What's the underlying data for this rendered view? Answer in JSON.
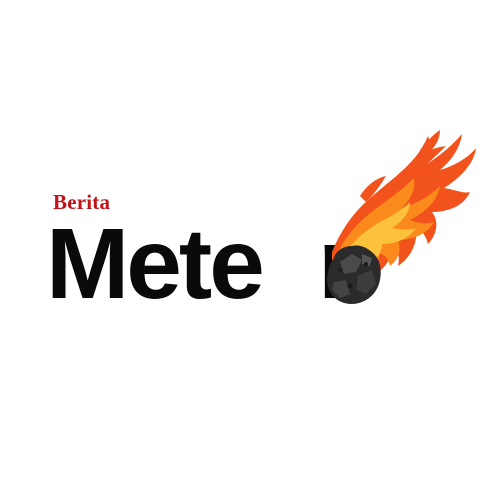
{
  "logo": {
    "kicker": "Berita",
    "word_left": "Mete",
    "word_right": "r",
    "icon": "meteor-icon",
    "colors": {
      "kicker": "#c0141b",
      "word": "#0a0a0a",
      "flame_outer": "#f2521c",
      "flame_inner": "#fb8a1c",
      "flame_core": "#fdc23c",
      "rock": "#2b2b2b"
    }
  }
}
